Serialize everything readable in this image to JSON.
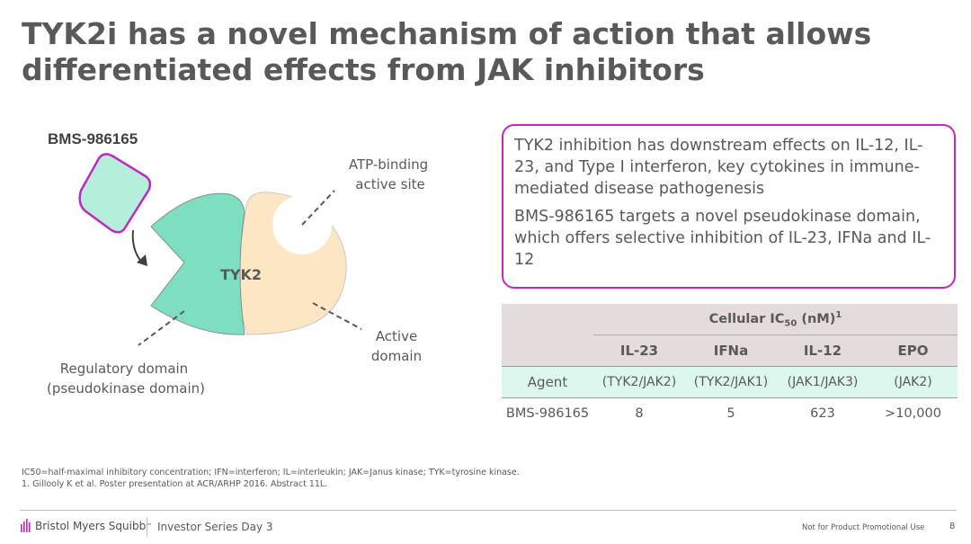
{
  "slide": {
    "title_line1": "TYK2i has a novel mechanism of action that allows",
    "title_line2": "differentiated effects from JAK inhibitors"
  },
  "diagram": {
    "compound_label": "BMS-986165",
    "protein_label": "TYK2",
    "atp_label_line1": "ATP-binding",
    "atp_label_line2": "active site",
    "active_label_line1": "Active",
    "active_label_line2": "domain",
    "regulatory_label_line1": "Regulatory domain",
    "regulatory_label_line2": "(pseudokinase domain)",
    "colors": {
      "compound_fill": "#b5efdc",
      "compound_stroke": "#be2bbb",
      "pseudokinase_fill": "#7ddfbf",
      "kinase_fill": "#fde6c4",
      "kinase_stroke": "#c8c8c8"
    }
  },
  "callout": {
    "paragraph1": "TYK2 inhibition has downstream effects on IL-12, IL-23, and Type I interferon, key cytokines in immune-mediated disease pathogenesis",
    "paragraph2": "BMS-986165 targets a novel pseudokinase domain, which offers selective inhibition of IL-23, IFNa and IL-12"
  },
  "table": {
    "title_main": "Cellular IC",
    "title_sub": "50",
    "title_unit": " (nM)",
    "title_sup": "1",
    "columns": [
      "IL-23",
      "IFNa",
      "IL-12",
      "EPO"
    ],
    "agent_label": "Agent",
    "targets": [
      "(TYK2/JAK2)",
      "(TYK2/JAK1)",
      "(JAK1/JAK3)",
      "(JAK2)"
    ],
    "row_label": "BMS-986165",
    "values": [
      "8",
      "5",
      "623",
      ">10,000"
    ]
  },
  "footnotes": {
    "line1": "IC50=half-maximal inhibitory concentration; IFN=interferon; IL=interleukin; JAK=Janus kinase; TYK=tyrosine kinase.",
    "line2": "1. Gillooly K et al. Poster presentation at ACR/ARHP 2016. Abstract 11L."
  },
  "footer": {
    "logo_text": "Bristol Myers Squibb",
    "logo_tm": "™",
    "series": "Investor Series Day 3",
    "disclaimer": "Not for Product Promotional Use",
    "page_number": "8"
  }
}
